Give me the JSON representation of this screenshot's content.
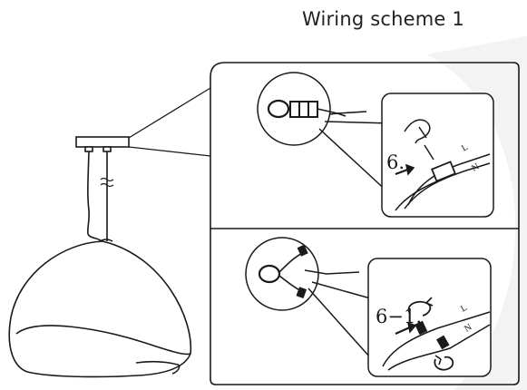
{
  "title": "Wiring scheme 1",
  "steps": [
    {
      "label": "6.",
      "wire_labels": [
        "L",
        "N"
      ]
    },
    {
      "label": "6−1.",
      "wire_labels": [
        "L",
        "N"
      ]
    }
  ],
  "colors": {
    "line": "#1a1a1a",
    "background": "#ffffff",
    "watermark": "#e9e9e9"
  }
}
